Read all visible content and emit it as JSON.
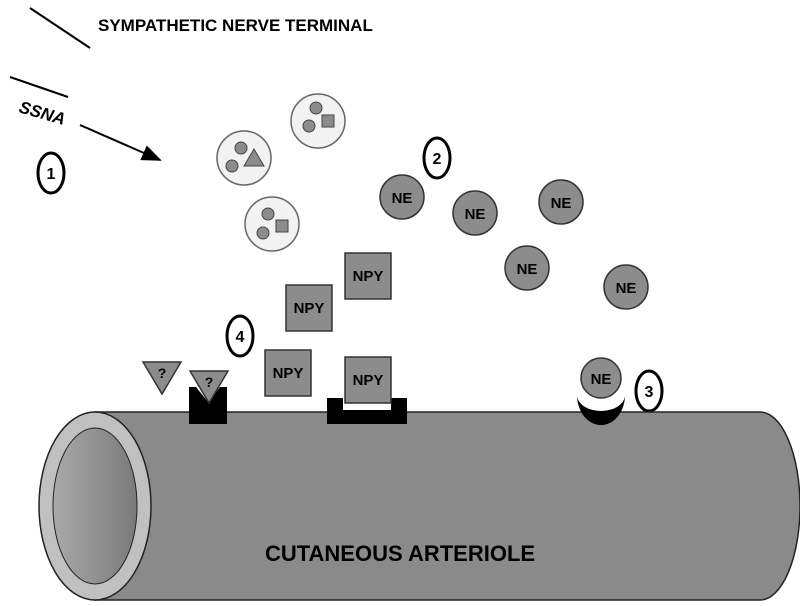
{
  "title": "SYMPATHETIC NERVE TERMINAL",
  "ssna_label": "SSNA",
  "vessel_label": "CUTANEOUS ARTERIOLE",
  "markers": [
    "1",
    "2",
    "3",
    "4"
  ],
  "ne_label": "NE",
  "npy_label": "NPY",
  "unknown_label": "?",
  "colors": {
    "vessel": "#8a8a8a",
    "molecule": "#8c8c8c",
    "receptor": "#000000",
    "vesicle_fill": "#f2f2f2"
  }
}
